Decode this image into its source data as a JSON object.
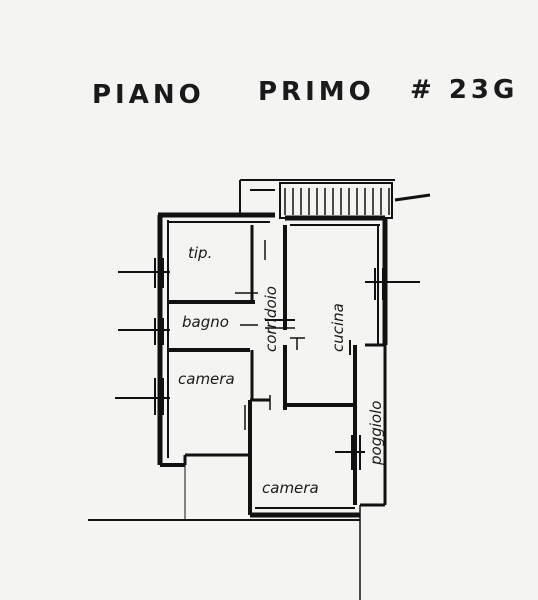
{
  "header": {
    "title_left": "PIANO",
    "title_right": "PRIMO",
    "sheet_number": "# 23G"
  },
  "rooms": {
    "tip": "tip.",
    "bagno": "bagno",
    "corridoio": "corridoio",
    "cucina": "cucina",
    "camera_left": "camera",
    "camera_bottom": "camera",
    "poggiolo": "poggiolo"
  },
  "colors": {
    "ink": "#111111",
    "paper": "#f4f4f2"
  }
}
